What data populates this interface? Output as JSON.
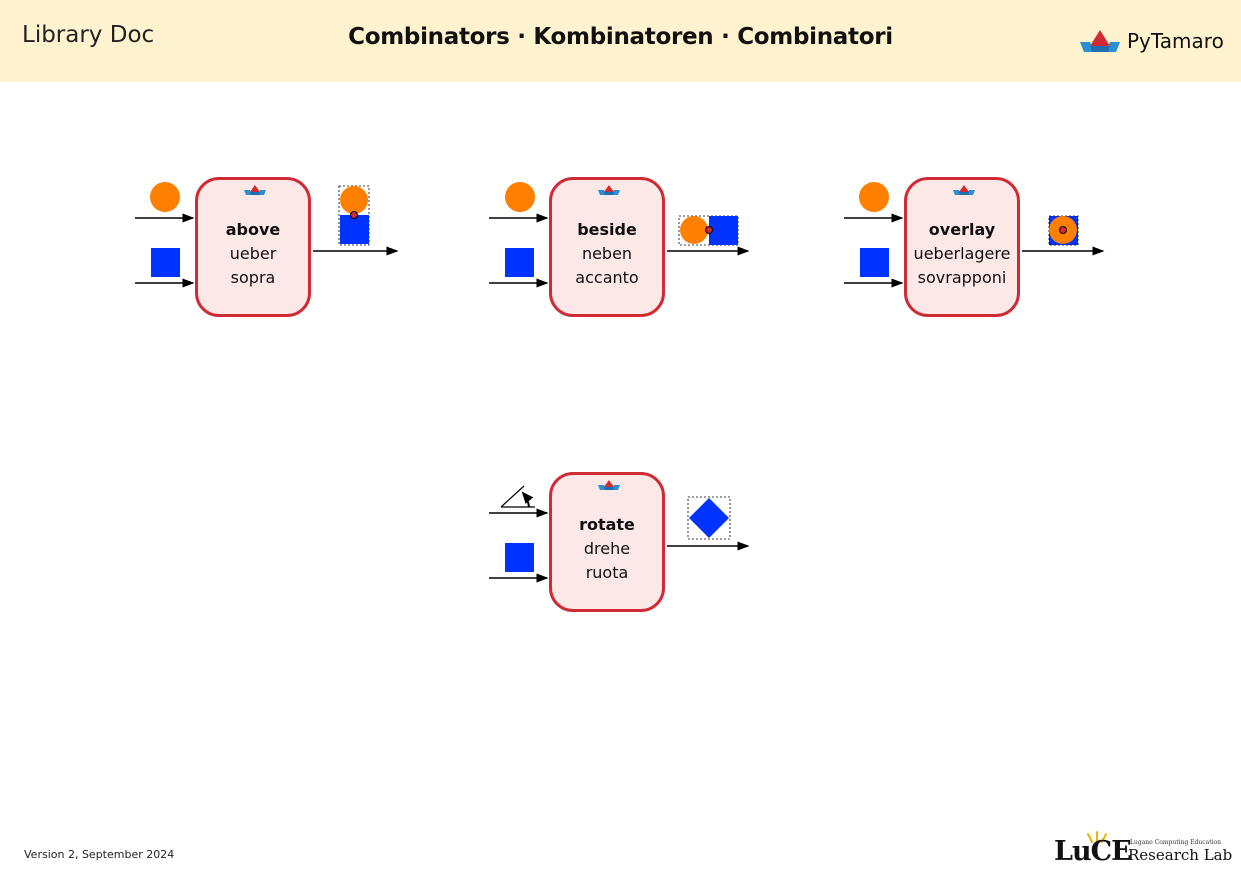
{
  "header": {
    "left_label": "Library Doc",
    "title": "Combinators · Kombinatoren · Combinatori",
    "brand": "PyTamaro",
    "brand_logo": "pytamaro-boat-logo"
  },
  "colors": {
    "header_bg": "#fff3cf",
    "box_border": "#d02b34",
    "box_fill": "#fbe8e7",
    "orange": "#ff8000",
    "blue": "#0033ff"
  },
  "functions": [
    {
      "name": "above",
      "de": "ueber",
      "it": "sopra",
      "inputs": [
        "circle-icon",
        "square-icon"
      ],
      "output": "stacked-circle-square-icon"
    },
    {
      "name": "beside",
      "de": "neben",
      "it": "accanto",
      "inputs": [
        "circle-icon",
        "square-icon"
      ],
      "output": "side-by-side-circle-square-icon"
    },
    {
      "name": "overlay",
      "de": "ueberlagere",
      "it": "sovrapponi",
      "inputs": [
        "circle-icon",
        "square-icon"
      ],
      "output": "circle-over-square-icon"
    },
    {
      "name": "rotate",
      "de": "drehe",
      "it": "ruota",
      "inputs": [
        "angle-icon",
        "square-icon"
      ],
      "output": "diamond-icon"
    }
  ],
  "footer": {
    "version": "Version 2, September 2024",
    "lab_word": "LuCE",
    "lab_subtitle": "Lugano Computing Education",
    "lab_name": "Research Lab"
  }
}
